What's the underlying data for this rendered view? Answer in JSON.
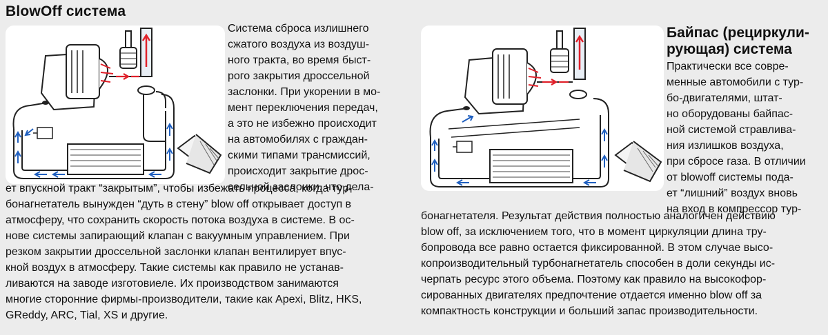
{
  "left": {
    "title": "BlowOff система",
    "text_narrow": [
      "Система сброса излишнего",
      "сжатого воздуха из воздуш-",
      "ного тракта, во время быст-",
      "рого закрытия дроссельной",
      "заслонки. При укорении в мо-",
      "мент переключения передач,",
      "а это не избежно происходит",
      "на автомобилях с граждан-",
      "скими типами трансмиссий,",
      "происходит закрытие дрос-",
      "сельной заслонки, что дела-"
    ],
    "text_wide": [
      "ет впускной тракт “закрытым”, чтобы избежать процесса, когда тур-",
      "бонагнетатель вынужден “дуть в стену” blow off открывает доступ в",
      "атмосферу, что сохранить скорость потока воздуха в системе. В ос-",
      "нове системы запирающий клапан с вакуумным управлением. При",
      "резком закрытии дроссельной заслонки клапан вентилирует впус-",
      "кной воздух в атмосферу. Такие системы как правило не устанав-",
      "ливаются на заводе изготовиеле. Их производством занимаются",
      "многие сторонние фирмы-производители, такие как Apexi, Blitz, HKS,",
      "GReddy, ARC, Tial, XS и другие."
    ]
  },
  "right": {
    "title_lines": [
      "Байпас (рециркули-",
      "рующая) система"
    ],
    "text_narrow": [
      "Практически все совре-",
      "менные автомобили с тур-",
      "бо-двигателями, штат-",
      "но оборудованы байпас-",
      "ной системой стравлива-",
      "ния излишков воздуха,",
      "при сбросе газа. В отличии",
      "от blowoff системы пода-",
      "ет “лишний” воздух вновь",
      "на вход в компрессор тур-"
    ],
    "text_wide": [
      "бонагнетателя. Результат действия полностью аналогичен действию",
      "blow off, за исключением того, что в момент циркуляции длина тру-",
      "бопровода все равно остается фиксированной. В этом случае высо-",
      "копроизводительный турбонагнетатель способен в доли секунды ис-",
      "черпать ресурс этого объема. Поэтому как правило на высокофор-",
      "сированных двигателях предпочтение отдается именно blow off за",
      "компактность конструкции и больший запас производительности."
    ]
  },
  "colors": {
    "cold_flow": "#1f5fbf",
    "hot_flow": "#e0202a",
    "pipe_outline": "#222222",
    "pipe_fill": "#e8eef5"
  }
}
